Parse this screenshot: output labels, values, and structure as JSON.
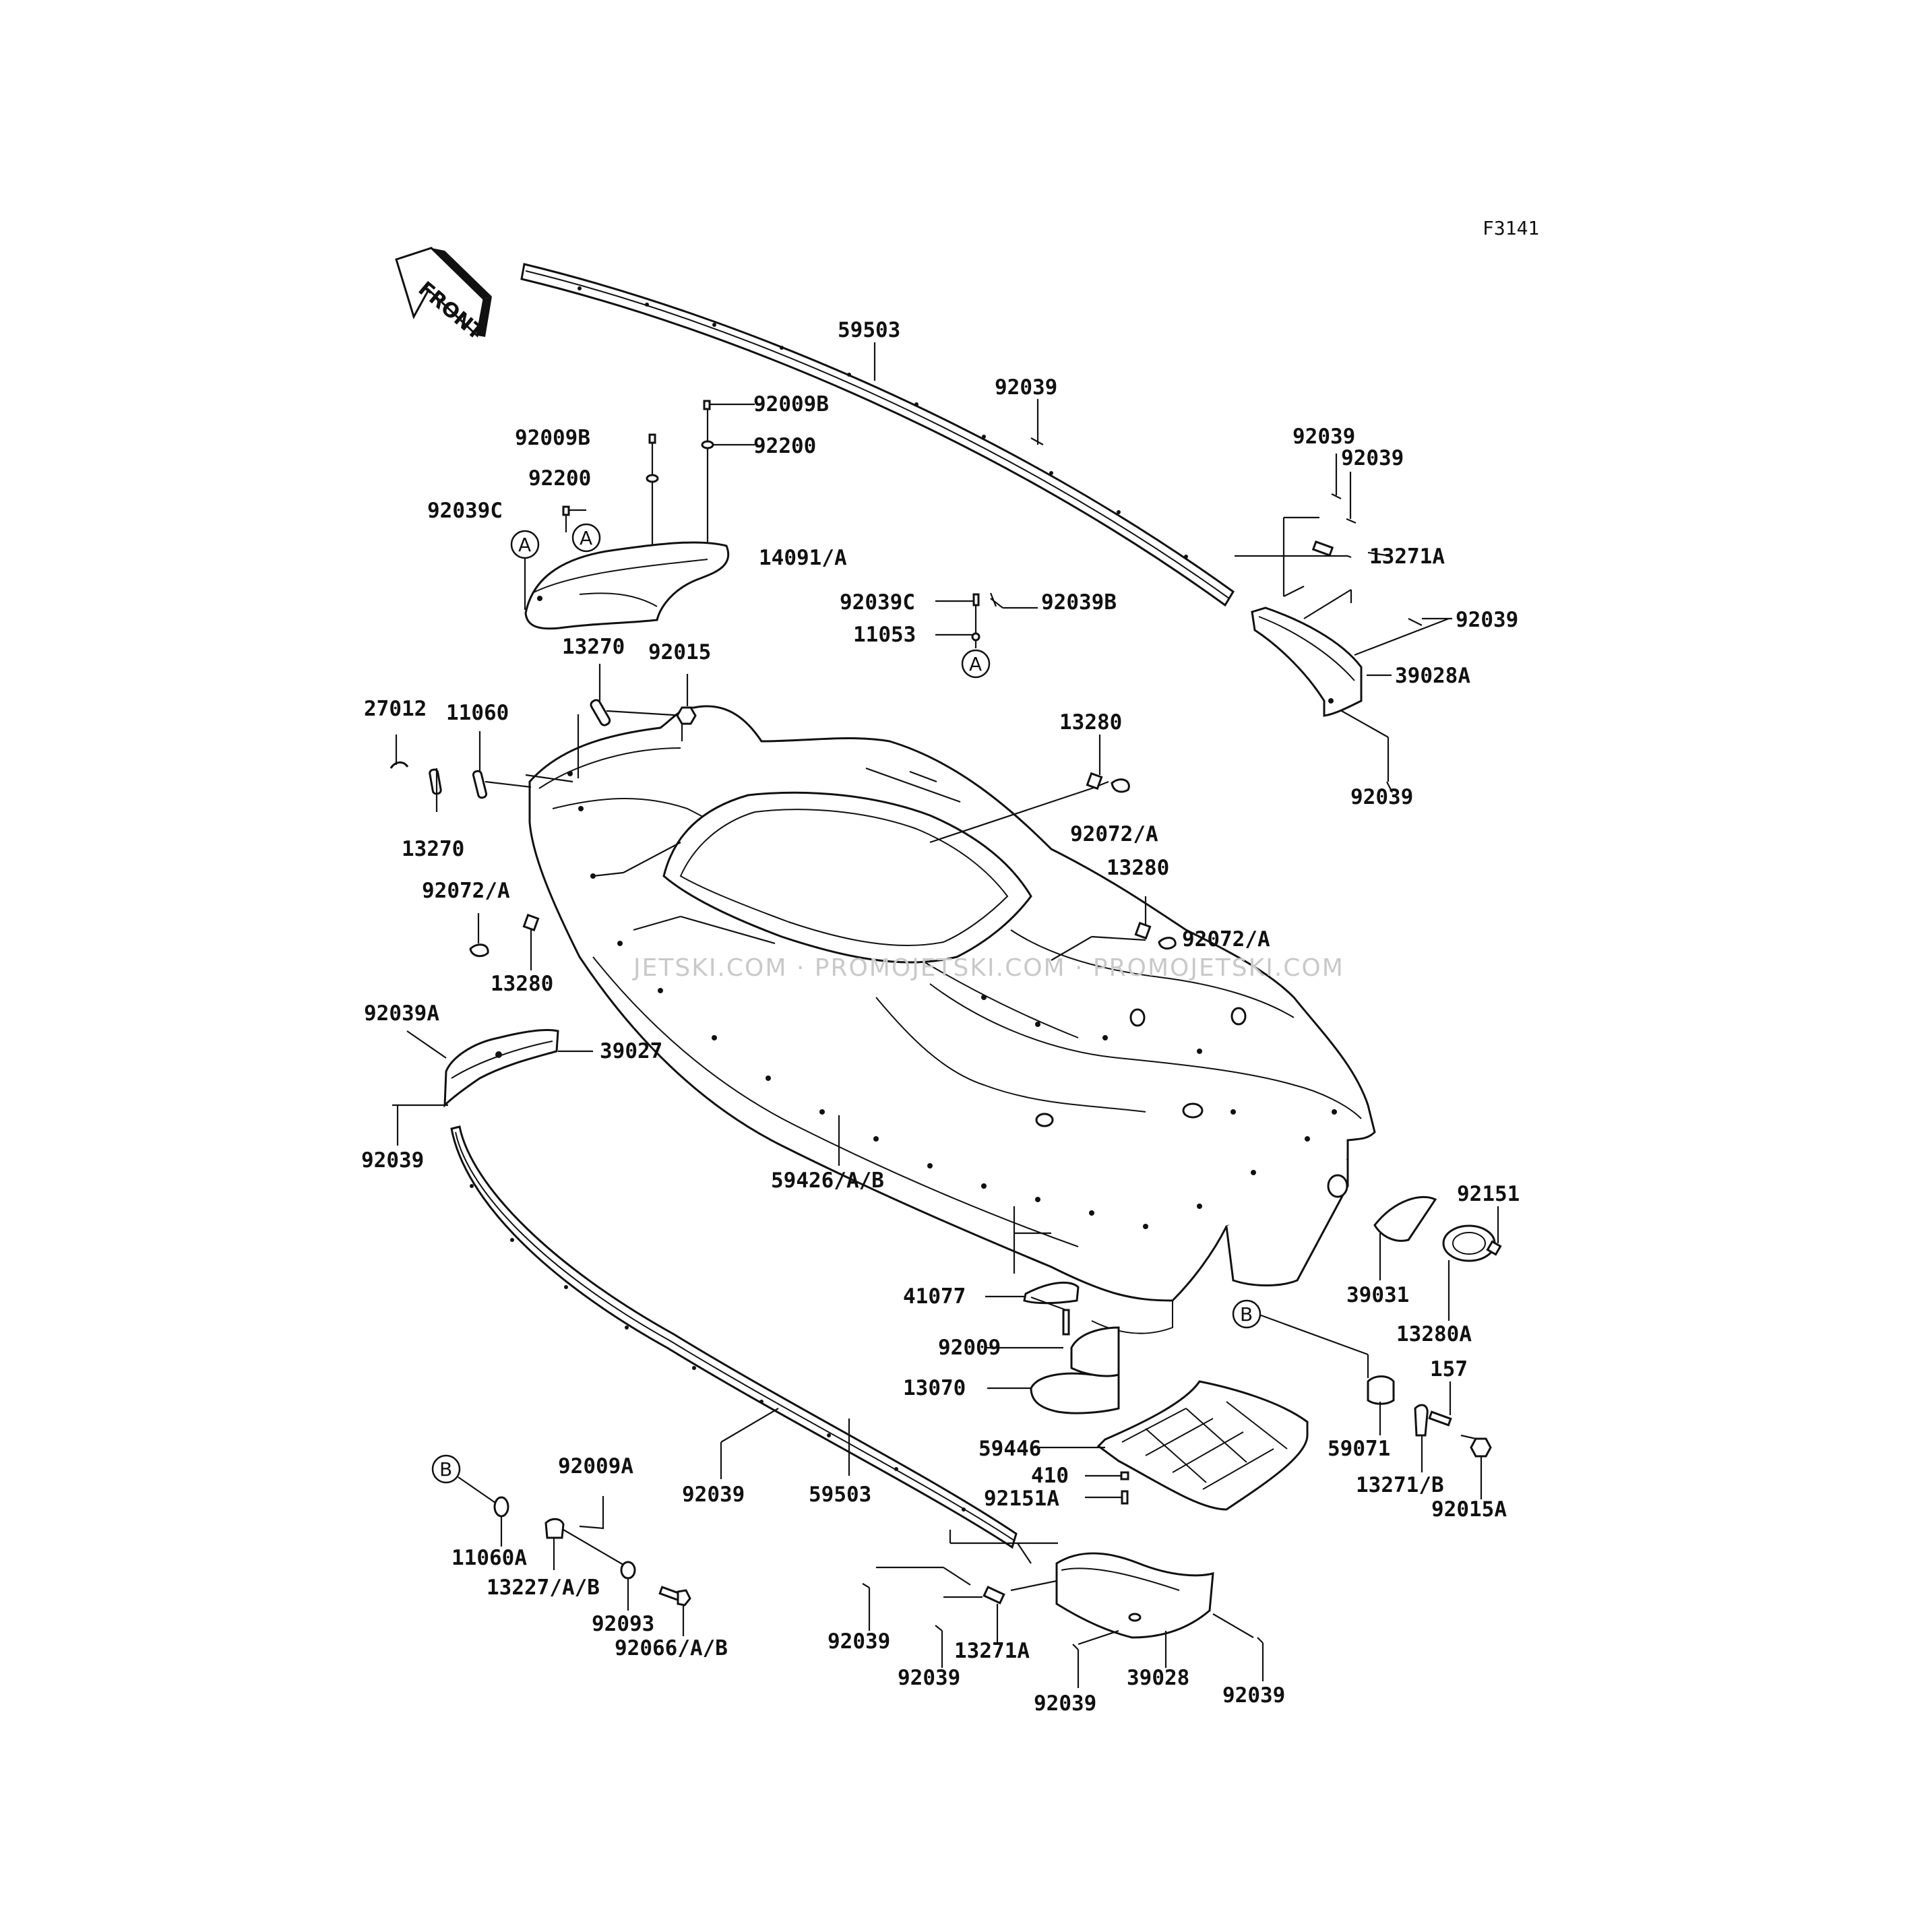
{
  "figure_code": "F3141",
  "front_label": "FRONT",
  "watermark": "JETSKI.COM · PROMOJETSKI.COM · PROMOJETSKI.COM",
  "ref_markers": {
    "a": "A",
    "b": "B"
  },
  "labels": {
    "p59503_top": "59503",
    "p92039_top": "92039",
    "p92009B_1": "92009B",
    "p92200_1": "92200",
    "p92009B_2": "92009B",
    "p92200_2": "92200",
    "p92039C_1": "92039C",
    "p14091A": "14091/A",
    "p92039_r1": "92039",
    "p92039_r2": "92039",
    "p13271A_top": "13271A",
    "p92039C_2": "92039C",
    "p92039B": "92039B",
    "p11053": "11053",
    "p92039_r3": "92039",
    "p39028A": "39028A",
    "p92039_r4": "92039",
    "p13270_1": "13270",
    "p92015": "92015",
    "p27012": "27012",
    "p11060": "11060",
    "p13270_2": "13270",
    "p13280_1": "13280",
    "p92072A_1": "92072/A",
    "p13280_2": "13280",
    "p92072A_2": "92072/A",
    "p92072A_3": "92072/A",
    "p13280_3": "13280",
    "p92039A": "92039A",
    "p39027": "39027",
    "p92039_l": "92039",
    "p59426AB": "59426/A/B",
    "p92151": "92151",
    "p39031": "39031",
    "p13280A": "13280A",
    "p41077": "41077",
    "p92009": "92009",
    "p13070": "13070",
    "p157": "157",
    "p59446": "59446",
    "p59071": "59071",
    "p410": "410",
    "p92151A": "92151A",
    "p13271B": "13271/B",
    "p92015A": "92015A",
    "p92039_b1": "92039",
    "p59503_bot": "59503",
    "p92009A": "92009A",
    "p11060A": "11060A",
    "p13227AB": "13227/A/B",
    "p92093": "92093",
    "p92066AB": "92066/A/B",
    "p92039_b2": "92039",
    "p13271A_bot": "13271A",
    "p92039_b3": "92039",
    "p92039_b4": "92039",
    "p39028": "39028",
    "p92039_b5": "92039"
  },
  "colors": {
    "ink": "#111111",
    "paper": "#ffffff",
    "watermark": "#c9c9c9"
  }
}
